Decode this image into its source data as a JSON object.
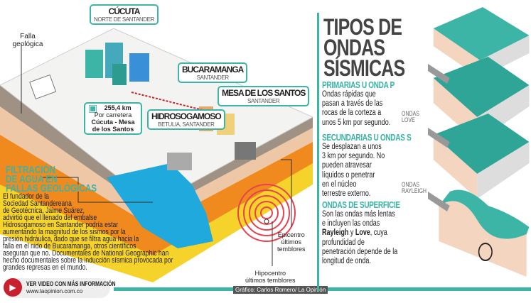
{
  "left": {
    "fault_label": "Falla geológica",
    "cities": [
      {
        "name": "CÚCUTA",
        "region": "NORTE DE SANTANDER"
      },
      {
        "name": "BUCARAMANGA",
        "region": "SANTANDER"
      },
      {
        "name": "HIDROSOGAMOSO",
        "region": "BETULIA, SANTANDER"
      },
      {
        "name": "MESA DE LOS SANTOS",
        "region": "SANTANDER"
      }
    ],
    "distance": {
      "value": "255,4 km",
      "mode": "Por carretera",
      "route": "Cúcuta - Mesa de los Santos"
    },
    "filtration": {
      "heading": [
        "FILTRACIÓN",
        "DE AGUA EN",
        "FALLAS GEOLÓGICAS"
      ],
      "body": [
        "El fundador de la",
        "Sociedad Santandereana",
        "de Geotécnica, Jaime Suárez,",
        "advirtió que el llenado del embalse",
        "Hidrosogamoso en Santander podría estar",
        "aumentando la magnitud de los sismos por la",
        "presión hidráulica, dado que se filtra agua hacia la",
        "falla en el nido de Bucaramanga, otros científicos",
        "aseguran que no. Documentales de National Geographic han",
        "hecho documentales sobre la inducción sísmica provocada por",
        "grandes represas en el mundo."
      ]
    },
    "epicenter": [
      "Epicentro",
      "últimos",
      "temblores"
    ],
    "hypocenter": [
      "Hipocentro",
      "últimos temblores"
    ],
    "video": {
      "label": "VER VIDEO CON MÁS INFORMACIÓN",
      "url": "www.laopinion.com.co"
    },
    "credit": "Gráfico: Carlos Romero/ La Opinión"
  },
  "right": {
    "title": [
      "TIPOS DE",
      "ONDAS",
      "SÍSMICAS"
    ],
    "sections": [
      {
        "heading": "PRIMARIAS U ONDA P",
        "body": [
          "Ondas rápidas que",
          "pasan a través de las",
          "rocas de la corteza a",
          "unos 5 km por segundo."
        ]
      },
      {
        "heading": "SECUNDARIAS U ONDAS S",
        "body": [
          "Se desplazan a unos",
          "3 km por segundo. No",
          "pueden atravesar",
          "líquidos o penetrar",
          "en el núcleo",
          "terrestre externo."
        ]
      },
      {
        "heading": "ONDAS DE SUPERFICIE",
        "body_pre": "Son las ondas más lentas e incluyen las ondas ",
        "bold1": "Rayleigh",
        "mid": " y ",
        "bold2": "Love",
        "body_post": ", cuya profundidad de penetración depende de la longitud de onda."
      }
    ],
    "wave_labels": {
      "love": [
        "ONDAS",
        "LOVE"
      ],
      "rayleigh": [
        "ONDAS",
        "RAYLEIGH"
      ]
    }
  },
  "colors": {
    "teal": "#3cb4a6",
    "red": "#c8202d",
    "orange": "#f08a1e",
    "yellow": "#f6d32a",
    "water": "#1fa9dc"
  }
}
